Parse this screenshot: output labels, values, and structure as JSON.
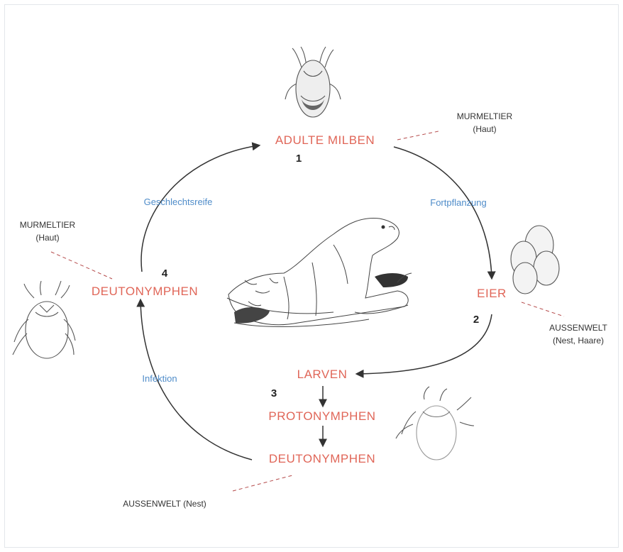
{
  "stages": {
    "adult": "ADULTE MILBEN",
    "eggs": "EIER",
    "larvae": "LARVEN",
    "protonymphs": "PROTONYMPHEN",
    "deutonymphs_environment": "DEUTONYMPHEN",
    "deutonymphs_host": "DEUTONYMPHEN"
  },
  "numbers": {
    "n1": "1",
    "n2": "2",
    "n3": "3",
    "n4": "4"
  },
  "transitions": {
    "reproduction": "Fortpflanzung",
    "maturity": "Geschlechtsreife",
    "infection": "Infektion"
  },
  "locations": {
    "host_adult_line1": "MURMELTIER",
    "host_adult_line2": "(Haut)",
    "host_deuto_line1": "MURMELTIER",
    "host_deuto_line2": "(Haut)",
    "env_eggs_line1": "AUSSENWELT",
    "env_eggs_line2": "(Nest, Haare)",
    "env_nest": "AUSSENWELT (Nest)"
  },
  "colors": {
    "stage": "#e06658",
    "transition": "#4f8cc9",
    "location": "#333333"
  },
  "icons": [
    "adult-mite-icon",
    "eggs-icon",
    "larva-mite-icon",
    "deutonymph-mite-icon",
    "marmot-illustration"
  ]
}
